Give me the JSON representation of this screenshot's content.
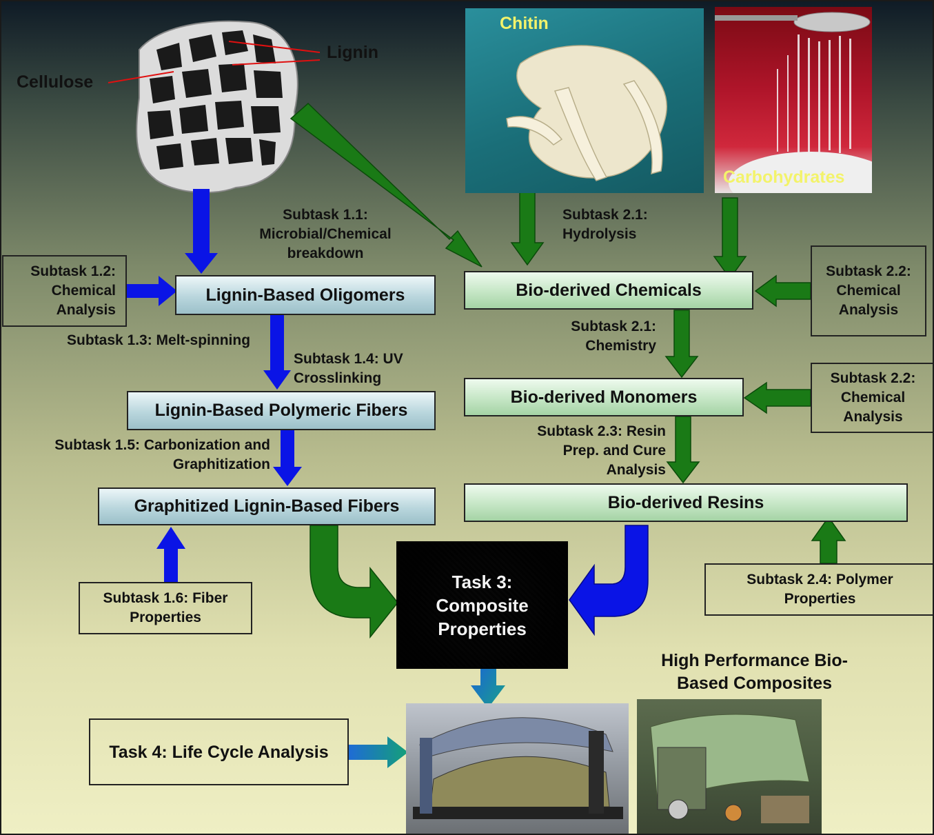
{
  "labels": {
    "lignin": "Lignin",
    "cellulose": "Cellulose",
    "chitin": "Chitin",
    "carbohydrates": "Carbohydrates",
    "high_performance": "High Performance Bio-Based Composites"
  },
  "nodes": {
    "lignin_oligomers": "Lignin-Based Oligomers",
    "lignin_polymeric_fibers": "Lignin-Based Polymeric Fibers",
    "graphitized_fibers": "Graphitized Lignin-Based Fibers",
    "bio_chemicals": "Bio-derived Chemicals",
    "bio_monomers": "Bio-derived Monomers",
    "bio_resins": "Bio-derived Resins",
    "task3": "Task 3: Composite Properties"
  },
  "subtasks": {
    "s1_1": "Subtask 1.1: Microbial/Chemical breakdown",
    "s1_2": "Subtask 1.2: Chemical Analysis",
    "s1_3": "Subtask 1.3: Melt-spinning",
    "s1_4": "Subtask 1.4: UV Crosslinking",
    "s1_5": "Subtask 1.5: Carbonization and Graphitization",
    "s1_6": "Subtask 1.6: Fiber Properties",
    "s2_1_hydrolysis": "Subtask 2.1: Hydrolysis",
    "s2_2_a": "Subtask 2.2: Chemical Analysis",
    "s2_1_chemistry": "Subtask 2.1: Chemistry",
    "s2_2_b": "Subtask 2.2: Chemical Analysis",
    "s2_3": "Subtask 2.3: Resin Prep. and Cure Analysis",
    "s2_4": "Subtask 2.4: Polymer Properties",
    "task4": "Task 4: Life Cycle Analysis"
  },
  "colors": {
    "blue_arrow": "#0a14e6",
    "green_arrow": "#1a7a16",
    "red_line": "#e01010",
    "photo_text": "#f3f36a"
  }
}
